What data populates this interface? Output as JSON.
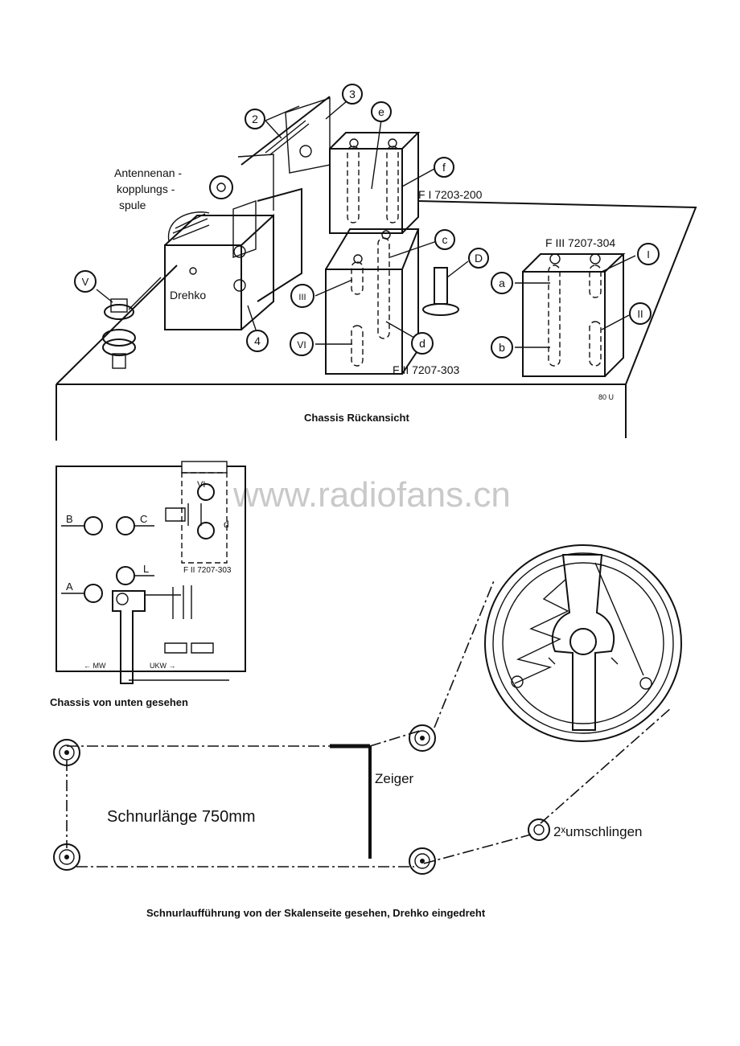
{
  "top_view": {
    "caption": "Chassis Rückansicht",
    "corner_code": "80 U",
    "coil_label": [
      "Antennenan -",
      "kopplungs -",
      "spule"
    ],
    "drehko_label": "Drehko",
    "filter_labels": {
      "f1": "F I 7203-200",
      "f2": "F II 7207-303",
      "f3": "F III 7207-304"
    },
    "callouts": [
      "2",
      "3",
      "e",
      "f",
      "c",
      "D",
      "I",
      "a",
      "II",
      "b",
      "d",
      "VI",
      "III",
      "4",
      "V"
    ]
  },
  "bottom_view": {
    "caption": "Chassis von unten gesehen",
    "pins": [
      "B",
      "C",
      "A",
      "L",
      "VI",
      "d"
    ],
    "filter_label": "F II 7207-303",
    "mw_label": "← MW",
    "ukw_label": "UKW →"
  },
  "dial_cord": {
    "caption": "Schnurlaufführung von der Skalenseite gesehen, Drehko eingedreht",
    "length_label": "Schnurlänge 750mm",
    "pointer_label": "Zeiger",
    "wrap_label": "2ˣumschlingen"
  },
  "watermark": "www.radiofans.cn"
}
